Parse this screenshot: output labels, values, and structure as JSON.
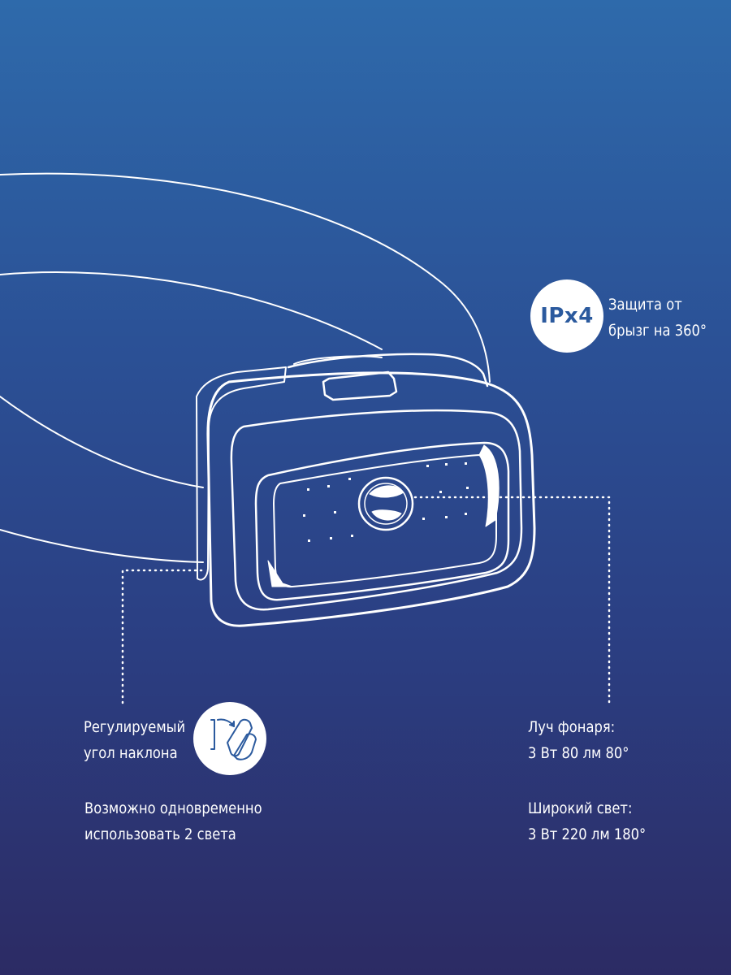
{
  "ip_rating": {
    "badge": "IPx4",
    "line1": "Защита от",
    "line2": "брызг на 360°"
  },
  "tilt": {
    "line1": "Регулируемый",
    "line2": "угол наклона",
    "icon": "tilt-angle-icon"
  },
  "dual_light": {
    "line1": "Возможно одновременно",
    "line2": "использовать 2 света"
  },
  "beam_spot": {
    "line1": "Луч фонаря:",
    "line2": "3 Вт 80 лм 80°"
  },
  "beam_wide": {
    "line1": "Широкий свет:",
    "line2": "3 Вт 220 лм 180°"
  },
  "colors": {
    "background_top": "#2e6aab",
    "background_bottom": "#2c2b64",
    "line_art": "#ffffff",
    "badge_text": "#2b5a9e"
  }
}
